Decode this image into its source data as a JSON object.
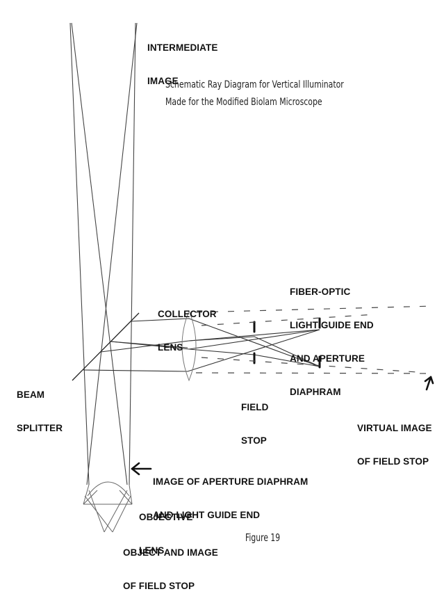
{
  "diagram": {
    "title_lines": [
      "Schematic Ray Diagram for Vertical Illuminator",
      "Made for the Modified Biolam Microscope"
    ],
    "figure_label": "Figure 19",
    "labels": {
      "intermediate_image": [
        "INTERMEDIATE",
        "IMAGE"
      ],
      "collector_lens": [
        "COLLECTOR",
        "LENS"
      ],
      "fiber_optic": [
        "FIBER-OPTIC",
        "LIGHT GUIDE END",
        "AND APERTURE",
        "DIAPHRAM"
      ],
      "beam_splitter": [
        "BEAM",
        "SPLITTER"
      ],
      "field_stop": [
        "FIELD",
        "STOP"
      ],
      "virtual_image": [
        "VIRTUAL IMAGE",
        "OF FIELD STOP"
      ],
      "aperture_image": [
        "IMAGE OF APERTURE DIAPHRAM",
        "AND LIGHT GUIDE END"
      ],
      "objective_lens": [
        "OBJECTIVE",
        "LENS"
      ],
      "object_image": [
        "OBJECT AND IMAGE",
        "OF FIELD STOP"
      ]
    },
    "colors": {
      "ray": "#333333",
      "lens": "#777777",
      "text": "#111111"
    }
  }
}
